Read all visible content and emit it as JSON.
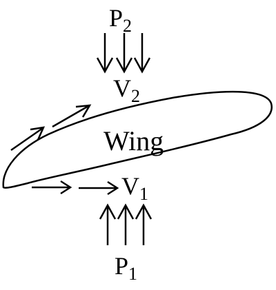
{
  "labels": {
    "wing": "Wing",
    "p_top_main": "P",
    "p_top_sub": "2",
    "v_top_main": "V",
    "v_top_sub": "2",
    "v_bottom_main": "V",
    "v_bottom_sub": "1",
    "p_bottom_main": "P",
    "p_bottom_sub": "1"
  },
  "colors": {
    "ink": "#000000",
    "background": "#ffffff"
  }
}
